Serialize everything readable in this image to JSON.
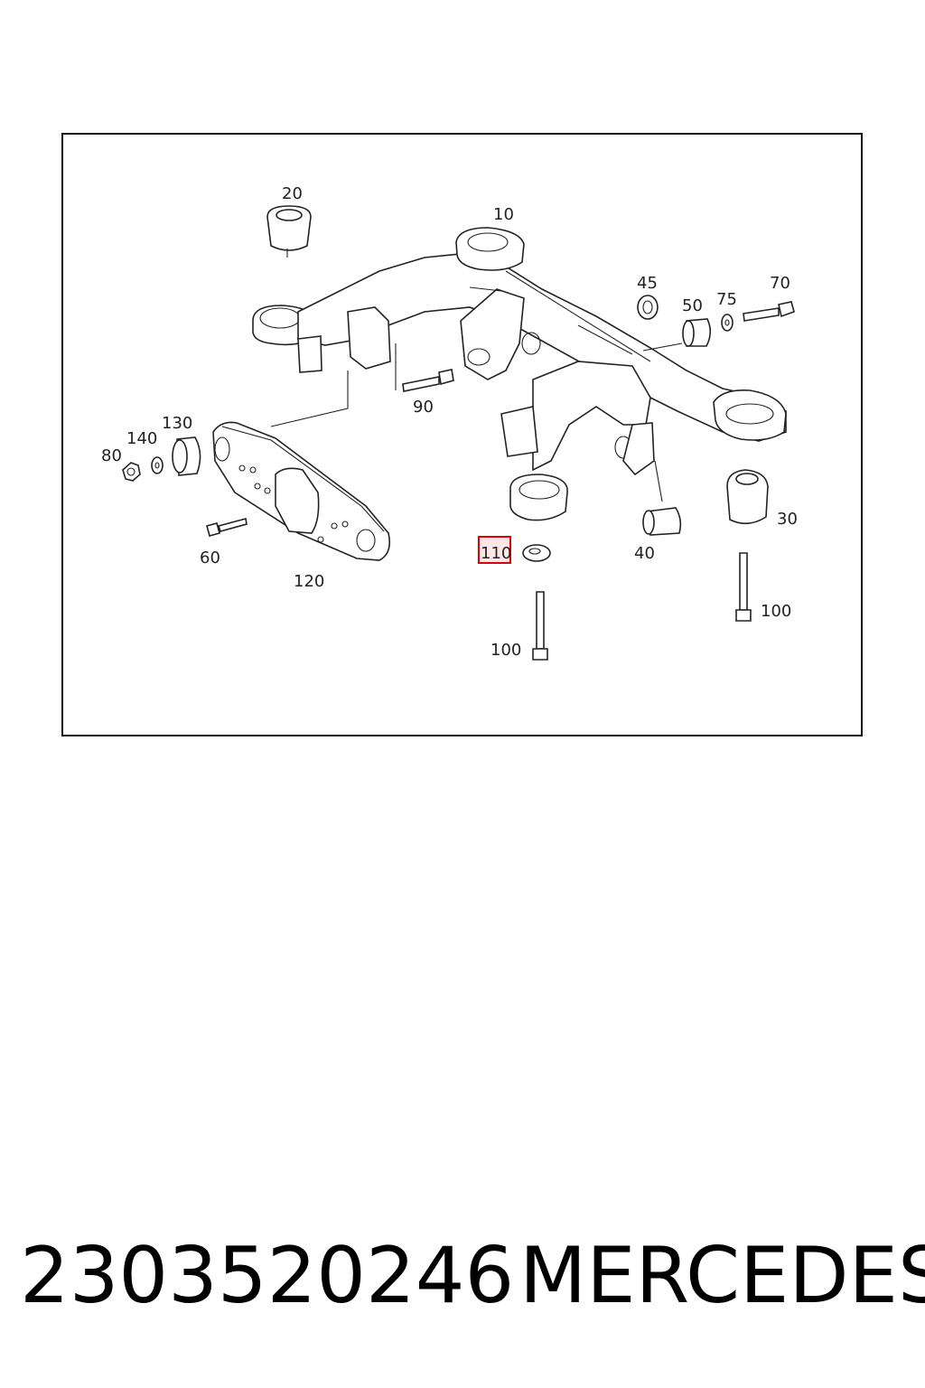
{
  "labels": {
    "l10": "10",
    "l20": "20",
    "l30": "30",
    "l40": "40",
    "l45": "45",
    "l50": "50",
    "l60": "60",
    "l70": "70",
    "l75": "75",
    "l80": "80",
    "l90": "90",
    "l100a": "100",
    "l100b": "100",
    "l110": "110",
    "l120": "120",
    "l130": "130",
    "l140": "140"
  },
  "footer": {
    "part_number": "2303520246",
    "brand": "MERCEDES"
  },
  "colors": {
    "highlight": "#e00000",
    "line": "#222222"
  }
}
